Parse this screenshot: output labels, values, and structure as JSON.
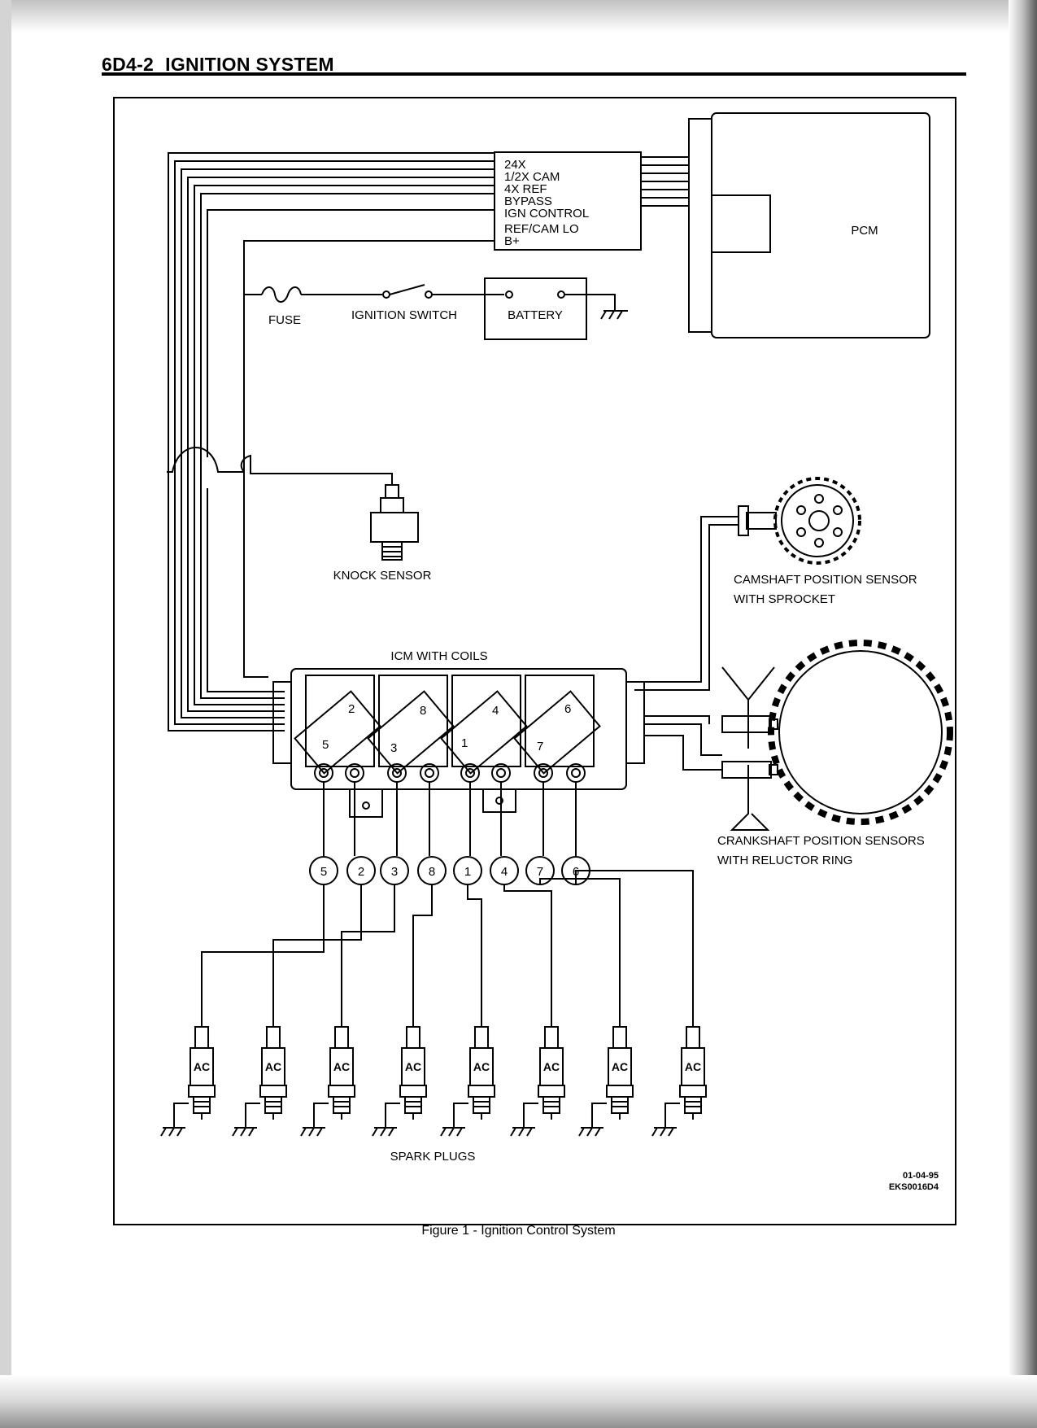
{
  "header": {
    "section": "6D4-2",
    "title": "IGNITION SYSTEM"
  },
  "pcm": {
    "label": "PCM"
  },
  "pcm_signals": [
    "24X",
    "1/2X CAM",
    "4X REF",
    "BYPASS",
    "IGN CONTROL",
    "REF/CAM LO",
    "B+"
  ],
  "power": {
    "fuse": "FUSE",
    "switch": "IGNITION SWITCH",
    "battery": "BATTERY"
  },
  "knock_sensor": "KNOCK SENSOR",
  "camshaft": {
    "line1": "CAMSHAFT POSITION SENSOR",
    "line2": "WITH SPROCKET"
  },
  "icm": {
    "label": "ICM WITH COILS",
    "coil_numbers": [
      "5",
      "2",
      "3",
      "8",
      "1",
      "4",
      "7",
      "6"
    ]
  },
  "crankshaft": {
    "line1": "CRANKSHAFT POSITION SENSORS",
    "line2": "WITH RELUCTOR RING"
  },
  "firing_order": [
    "5",
    "2",
    "3",
    "8",
    "1",
    "4",
    "7",
    "6"
  ],
  "spark_plugs": {
    "label": "SPARK PLUGS",
    "brand": "AC"
  },
  "stamp": {
    "line1": "01-04-95",
    "line2": "EKS0016D4"
  },
  "caption": "Figure 1 - Ignition Control System",
  "colors": {
    "ink": "#000000",
    "paper": "#ffffff"
  }
}
